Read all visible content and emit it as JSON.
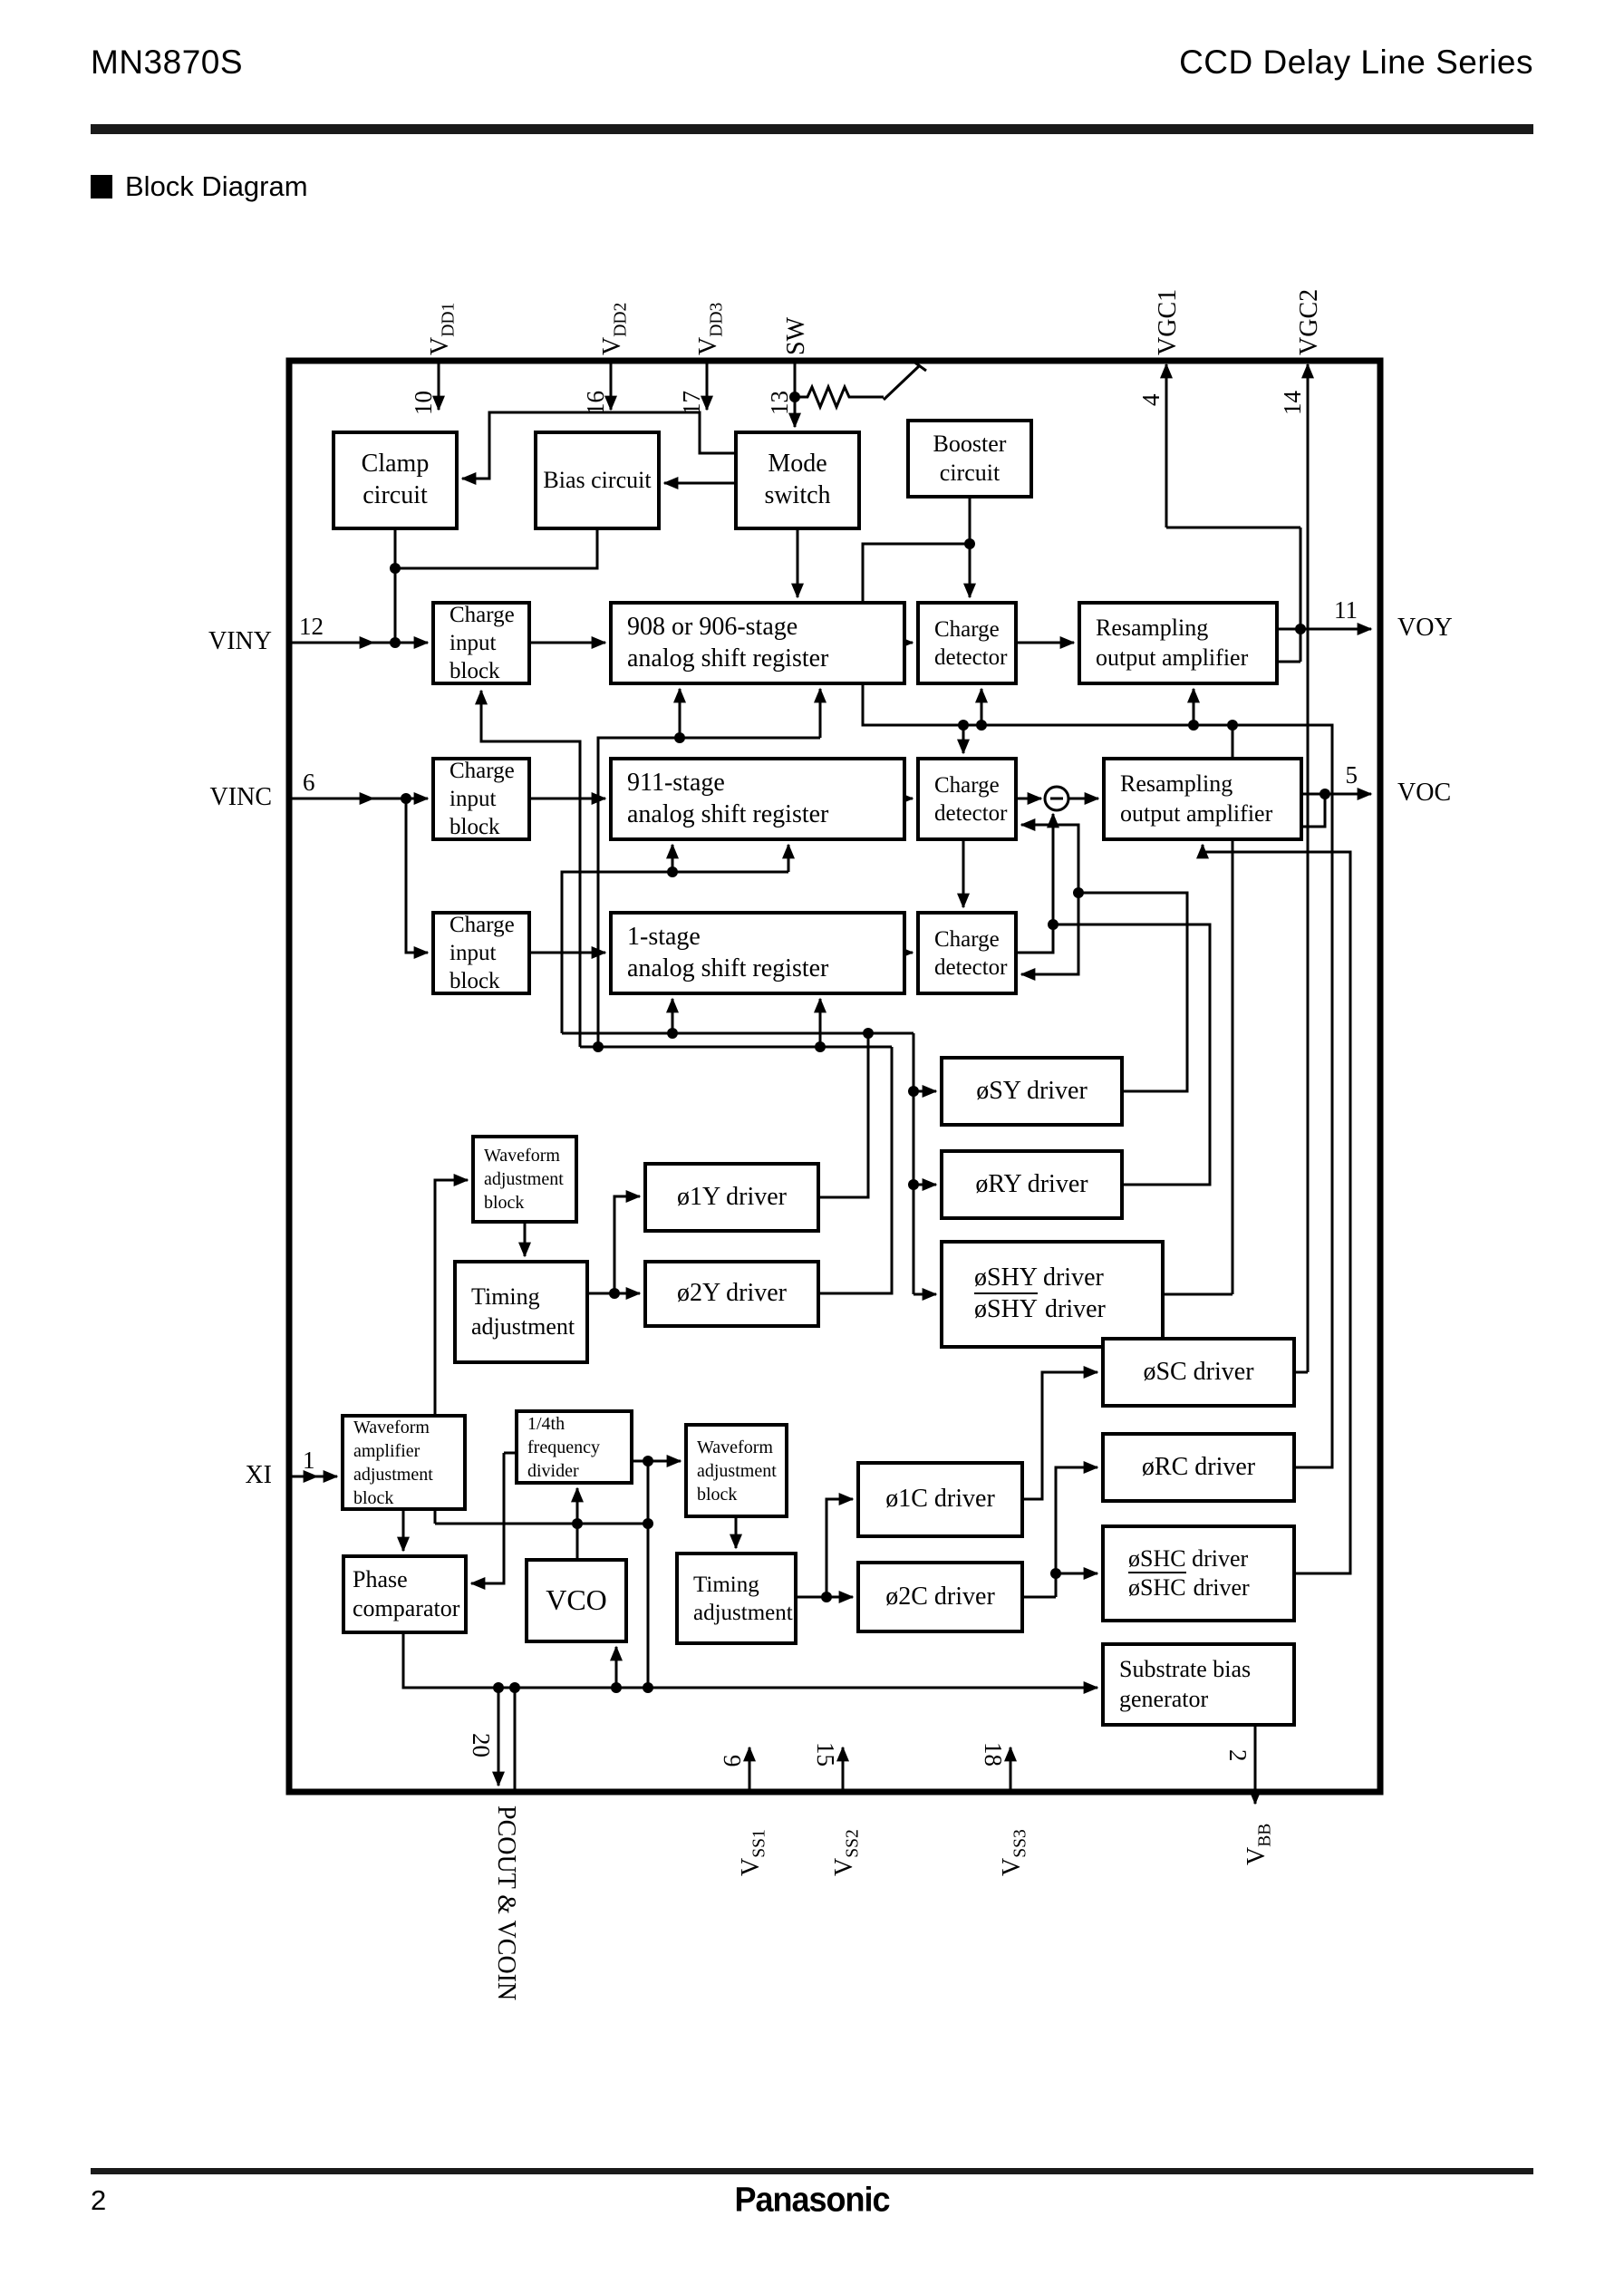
{
  "page": {
    "title_left": "MN3870S",
    "title_right": "CCD Delay Line Series",
    "section_title": "Block Diagram",
    "page_number": "2",
    "brand": "Panasonic"
  },
  "colors": {
    "ink": "#000000",
    "paper": "#ffffff"
  },
  "blocks": {
    "clamp": {
      "l1": "Clamp",
      "l2": "circuit"
    },
    "bias": {
      "l1": "Bias circuit"
    },
    "mode": {
      "l1": "Mode",
      "l2": "switch"
    },
    "booster": {
      "l1": "Booster",
      "l2": "circuit"
    },
    "charge_input": {
      "l1": "Charge",
      "l2": "input",
      "l3": "block"
    },
    "reg908": {
      "l1": "908 or 906-stage",
      "l2": "analog shift register"
    },
    "reg911": {
      "l1": "911-stage",
      "l2": "analog shift register"
    },
    "reg1": {
      "l1": "1-stage",
      "l2": "analog shift register"
    },
    "charge_detector": {
      "l1": "Charge",
      "l2": "detector"
    },
    "resampling": {
      "l1": "Resampling",
      "l2": "output amplifier"
    },
    "sy": {
      "l1": "øSY driver"
    },
    "ry": {
      "l1": "øRY driver"
    },
    "shy": {
      "l1": "øSHY driver",
      "l2a": "øSHY",
      "l2b": "driver"
    },
    "sc": {
      "l1": "øSC driver"
    },
    "rc": {
      "l1": "øRC driver"
    },
    "shc": {
      "l1": "øSHC driver",
      "l2a": "øSHC",
      "l2b": "driver"
    },
    "d1y": {
      "l1": "ø1Y driver"
    },
    "d2y": {
      "l1": "ø2Y driver"
    },
    "d1c": {
      "l1": "ø1C driver"
    },
    "d2c": {
      "l1": "ø2C driver"
    },
    "wadj": {
      "l1": "Waveform",
      "l2": "adjustment",
      "l3": "block"
    },
    "timing": {
      "l1": "Timing",
      "l2": "adjustment"
    },
    "wamp": {
      "l1": "Waveform",
      "l2": "amplifier",
      "l3": "adjustment",
      "l4": "block"
    },
    "freq": {
      "l1": "1/4th",
      "l2": "frequency",
      "l3": "divider"
    },
    "phase": {
      "l1": "Phase",
      "l2": "comparator"
    },
    "vco": {
      "l1": "VCO"
    },
    "substrate": {
      "l1": "Substrate bias",
      "l2": "generator"
    }
  },
  "pins": {
    "vdd1": {
      "num": "10",
      "v": "V",
      "sub": "DD1"
    },
    "vdd2": {
      "num": "16",
      "v": "V",
      "sub": "DD2"
    },
    "vdd3": {
      "num": "17",
      "v": "V",
      "sub": "DD3"
    },
    "sw": {
      "num": "13",
      "name": "SW"
    },
    "vgc1": {
      "num": "4",
      "name": "VGC1"
    },
    "vgc2": {
      "num": "14",
      "name": "VGC2"
    },
    "viny": {
      "num": "12",
      "name": "VINY"
    },
    "vinc": {
      "num": "6",
      "name": "VINC"
    },
    "xi": {
      "num": "1",
      "name": "XI"
    },
    "voy": {
      "num": "11",
      "name": "VOY"
    },
    "voc": {
      "num": "5",
      "name": "VOC"
    },
    "pcout": {
      "num": "20",
      "name": "PCOUT & VCOIN"
    },
    "vss1": {
      "num": "9",
      "v": "V",
      "sub": "SS1"
    },
    "vss2": {
      "num": "15",
      "v": "V",
      "sub": "SS2"
    },
    "vss3": {
      "num": "18",
      "v": "V",
      "sub": "SS3"
    },
    "vbb": {
      "num": "2",
      "v": "V",
      "sub": "BB"
    }
  }
}
